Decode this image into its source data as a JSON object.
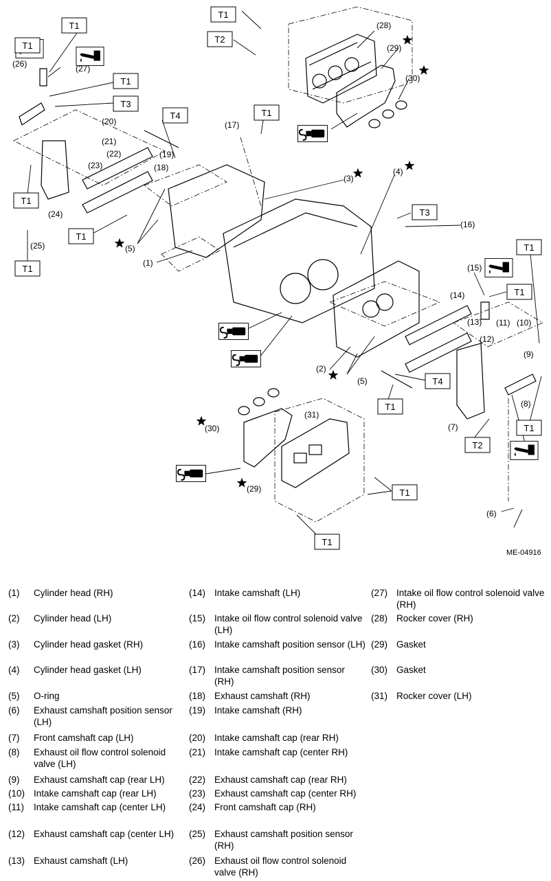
{
  "diagram": {
    "figure_id": "ME-04916",
    "torque_labels": [
      {
        "text": "T1"
      },
      {
        "text": "T1"
      },
      {
        "text": "T1"
      },
      {
        "text": "T3"
      },
      {
        "text": "T4"
      },
      {
        "text": "T1"
      },
      {
        "text": "T2"
      },
      {
        "text": "T1"
      },
      {
        "text": "T1"
      },
      {
        "text": "T1"
      },
      {
        "text": "T1"
      },
      {
        "text": "T3"
      },
      {
        "text": "T1"
      },
      {
        "text": "T1"
      },
      {
        "text": "T4"
      },
      {
        "text": "T1"
      },
      {
        "text": "T2"
      },
      {
        "text": "T1"
      },
      {
        "text": "T1"
      },
      {
        "text": "T1"
      }
    ],
    "part_callouts": [
      "(26)",
      "(27)",
      "(20)",
      "(21)",
      "(22)",
      "(23)",
      "(19)",
      "(18)",
      "(24)",
      "(25)",
      "(17)",
      "(28)",
      "(29)",
      "(30)",
      "(3)",
      "(4)",
      "(5)",
      "(1)",
      "(16)",
      "(15)",
      "(14)",
      "(13)",
      "(11)",
      "(10)",
      "(12)",
      "(9)",
      "(2)",
      "(5)",
      "(8)",
      "(7)",
      "(6)",
      "(30)",
      "(29)",
      "(31)"
    ],
    "icons": [
      "oil-can-icon",
      "sealant-tube-icon",
      "star-icon"
    ]
  },
  "legend": {
    "col1": [
      {
        "num": "(1)",
        "text": "Cylinder head (RH)"
      },
      {
        "num": "(2)",
        "text": "Cylinder head (LH)"
      },
      {
        "num": "(3)",
        "text": "Cylinder head gasket (RH)"
      },
      {
        "num": "(4)",
        "text": "Cylinder head gasket (LH)"
      },
      {
        "num": "(5)",
        "text": "O-ring"
      },
      {
        "num": "(6)",
        "text": "Exhaust camshaft position sensor (LH)"
      },
      {
        "num": "(7)",
        "text": "Front camshaft cap (LH)"
      },
      {
        "num": "(8)",
        "text": "Exhaust oil flow control solenoid valve (LH)"
      },
      {
        "num": "(9)",
        "text": "Exhaust camshaft cap (rear LH)"
      },
      {
        "num": "(10)",
        "text": "Intake camshaft cap (rear LH)"
      },
      {
        "num": "(11)",
        "text": "Intake camshaft cap (center LH)"
      },
      {
        "num": "(12)",
        "text": "Exhaust camshaft cap (center LH)"
      },
      {
        "num": "(13)",
        "text": "Exhaust camshaft (LH)"
      }
    ],
    "col2": [
      {
        "num": "(14)",
        "text": "Intake camshaft (LH)"
      },
      {
        "num": "(15)",
        "text": "Intake oil flow control solenoid valve (LH)"
      },
      {
        "num": "(16)",
        "text": "Intake camshaft position sensor (LH)"
      },
      {
        "num": "(17)",
        "text": "Intake camshaft position sensor (RH)"
      },
      {
        "num": "(18)",
        "text": "Exhaust camshaft (RH)"
      },
      {
        "num": "(19)",
        "text": "Intake camshaft (RH)"
      },
      {
        "num": "(20)",
        "text": "Intake camshaft cap (rear RH)"
      },
      {
        "num": "(21)",
        "text": "Intake camshaft cap (center RH)"
      },
      {
        "num": "(22)",
        "text": "Exhaust camshaft cap (rear RH)"
      },
      {
        "num": "(23)",
        "text": "Exhaust camshaft cap (center RH)"
      },
      {
        "num": "(24)",
        "text": "Front camshaft cap (RH)"
      },
      {
        "num": "(25)",
        "text": "Exhaust camshaft position sensor (RH)"
      },
      {
        "num": "(26)",
        "text": "Exhaust oil flow control solenoid valve (RH)"
      }
    ],
    "col3": [
      {
        "num": "(27)",
        "text": "Intake oil flow control solenoid valve (RH)"
      },
      {
        "num": "(28)",
        "text": "Rocker cover (RH)"
      },
      {
        "num": "(29)",
        "text": "Gasket"
      },
      {
        "num": "(30)",
        "text": "Gasket"
      },
      {
        "num": "(31)",
        "text": "Rocker cover (LH)"
      }
    ]
  }
}
